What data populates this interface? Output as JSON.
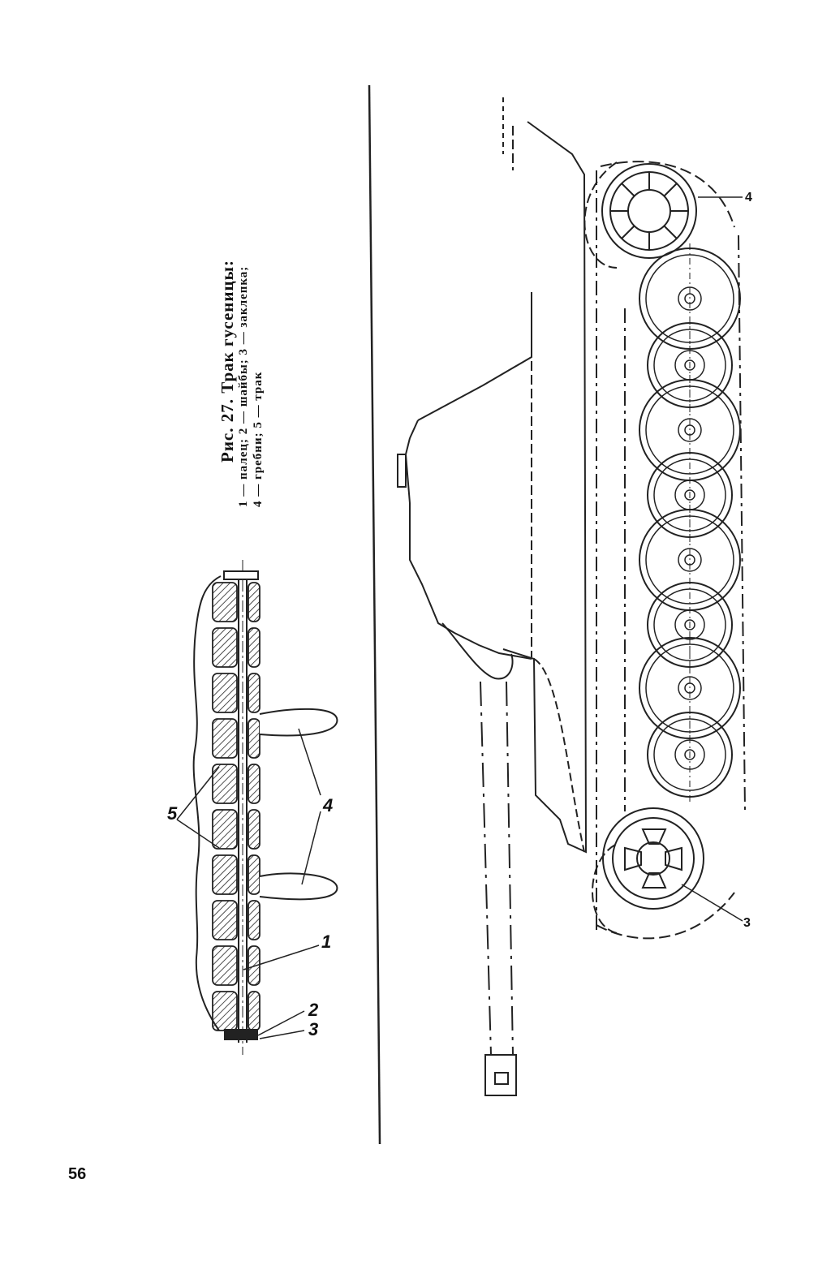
{
  "caption": {
    "title": "Рис. 27. Трак гусеницы:",
    "line1": "1 — палец; 2 — шайбы; 3 — заклепка;",
    "line2": "4 — гребни; 5 — трак"
  },
  "figure_callouts": {
    "pin": "1",
    "washers": "2",
    "rivet": "3",
    "ridges": "4",
    "track_link": "5"
  },
  "tank_callouts": {
    "drive_wheel": "4",
    "idler_wheel": "3"
  },
  "page_number": "56"
}
